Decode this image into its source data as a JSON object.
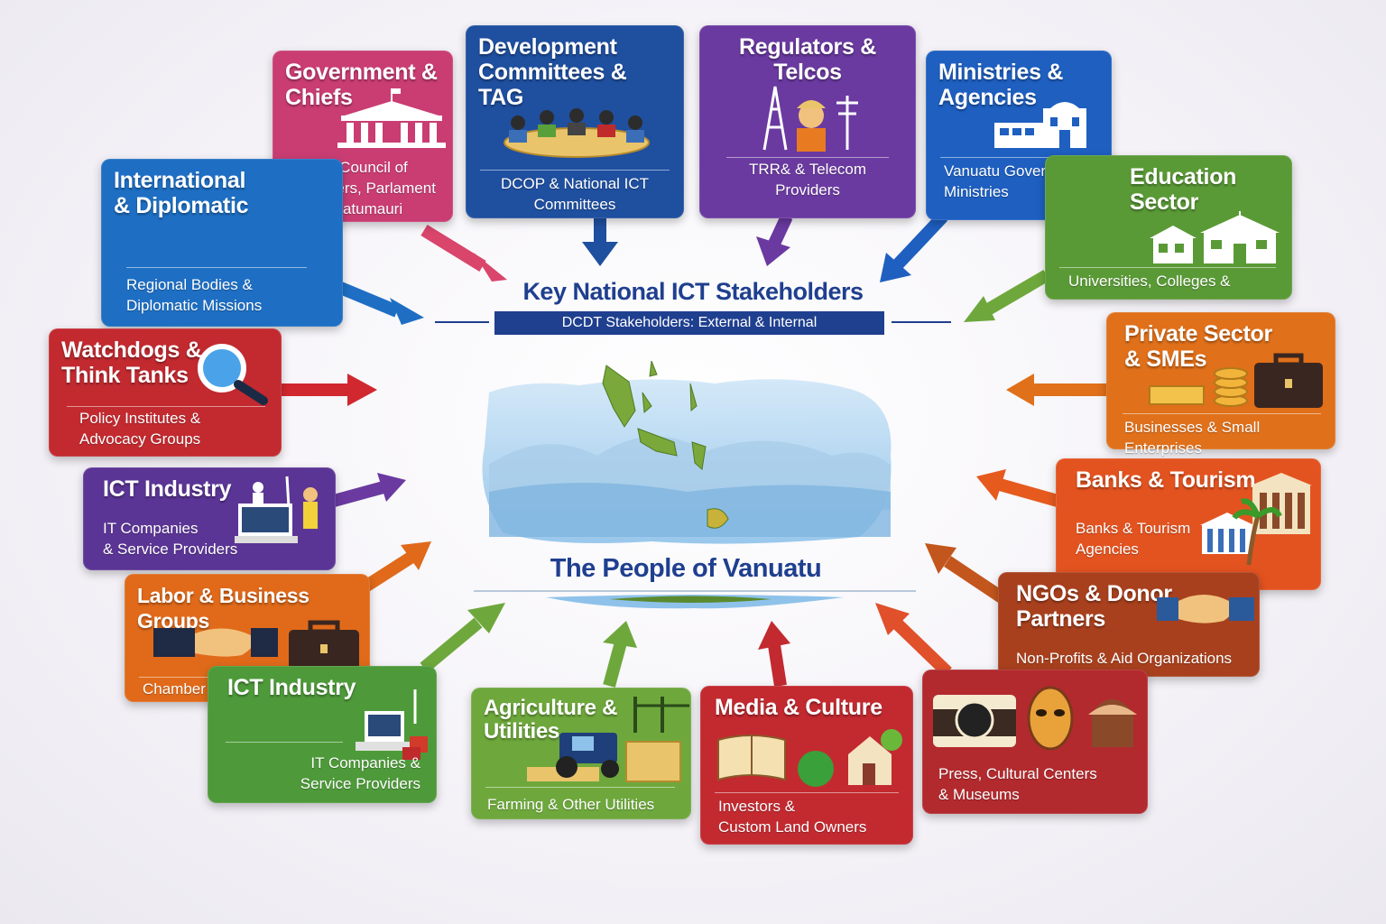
{
  "center": {
    "title": "Key National ICT Stakeholders",
    "subtitle": "DCDT Stakeholders: External & Internal",
    "people": "The People of Vanuatu"
  },
  "colors": {
    "navy": "#1f3f8f",
    "blue": "#1e6fc4",
    "pink": "#c93d73",
    "dark_blue": "#1f4f9f",
    "purple": "#6a3aa0",
    "green": "#5a9a36",
    "red": "#c22a30",
    "orange": "#e06a1a",
    "violet": "#5b3595"
  },
  "cards": {
    "development": {
      "title": "Development\nCommittees & TAG",
      "desc": "DCOP & National ICT\nCommittees"
    },
    "regulators": {
      "title": "Regulators & Telcos",
      "desc": "TRR& & Telecom\nProviders"
    },
    "ministries": {
      "title": "Ministries &\nAgencies",
      "desc": "Vanuatu Government\nMinistries"
    },
    "government": {
      "title": "Government &\nChiefs",
      "desc": "PMO, Council of\nMinisters, Parlament\n& Malvatumauri"
    },
    "international": {
      "title": "International\n& Diplomatic",
      "desc": "Regional Bodies &\nDiplomatic Missions"
    },
    "education": {
      "title": "Education\nSector",
      "desc": "Universities, Colleges &"
    },
    "watchdogs": {
      "title": "Watchdogs &\nThink Tanks",
      "desc": "Policy Institutes &\nAdvocacy Groups"
    },
    "private": {
      "title": "Private Sector\n& SMEs",
      "desc": "Businesses & Small Enterprises"
    },
    "ict_industry_1": {
      "title": "ICT Industry",
      "desc": "IT Companies\n& Service Providers"
    },
    "banks": {
      "title": "Banks & Tourism",
      "desc": "Banks & Tourism\nAgencies"
    },
    "labor": {
      "title": "Labor & Business Groups",
      "desc": "Chamber of Commerce & Unions"
    },
    "ngos": {
      "title": "NGOs & Donor\nPartners",
      "desc": "Non-Profits & Aid Organizations"
    },
    "ict_industry_2": {
      "title": "ICT Industry",
      "desc": "IT Companies &\nService Providers"
    },
    "agriculture": {
      "title": "Agriculture &\nUtilities",
      "desc": "Farming & Other Utilities"
    },
    "media": {
      "title": "Media & Culture",
      "desc": "Investors &\nCustom Land Owners"
    },
    "press": {
      "title": "",
      "desc": "Press, Cultural Centers\n& Museums"
    }
  }
}
